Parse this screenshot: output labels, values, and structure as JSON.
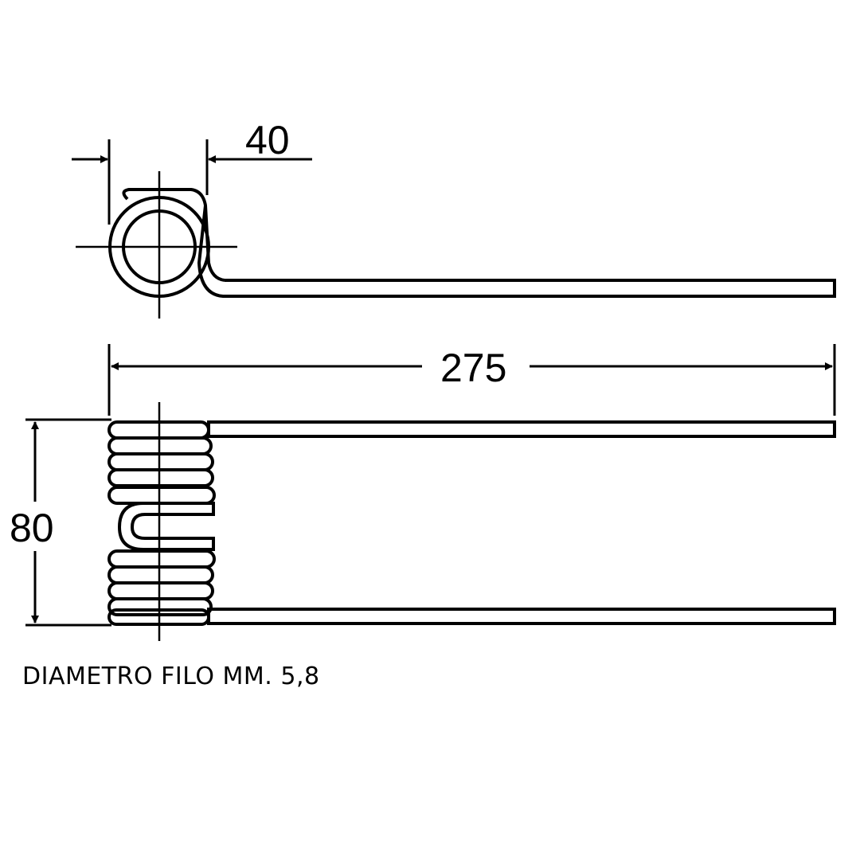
{
  "diagram": {
    "dimensions": {
      "coil_width": "40",
      "overall_length": "275",
      "coil_height": "80"
    },
    "caption": "DIAMETRO FILO MM. 5,8"
  },
  "colors": {
    "line": "#000000",
    "background": "#ffffff"
  }
}
